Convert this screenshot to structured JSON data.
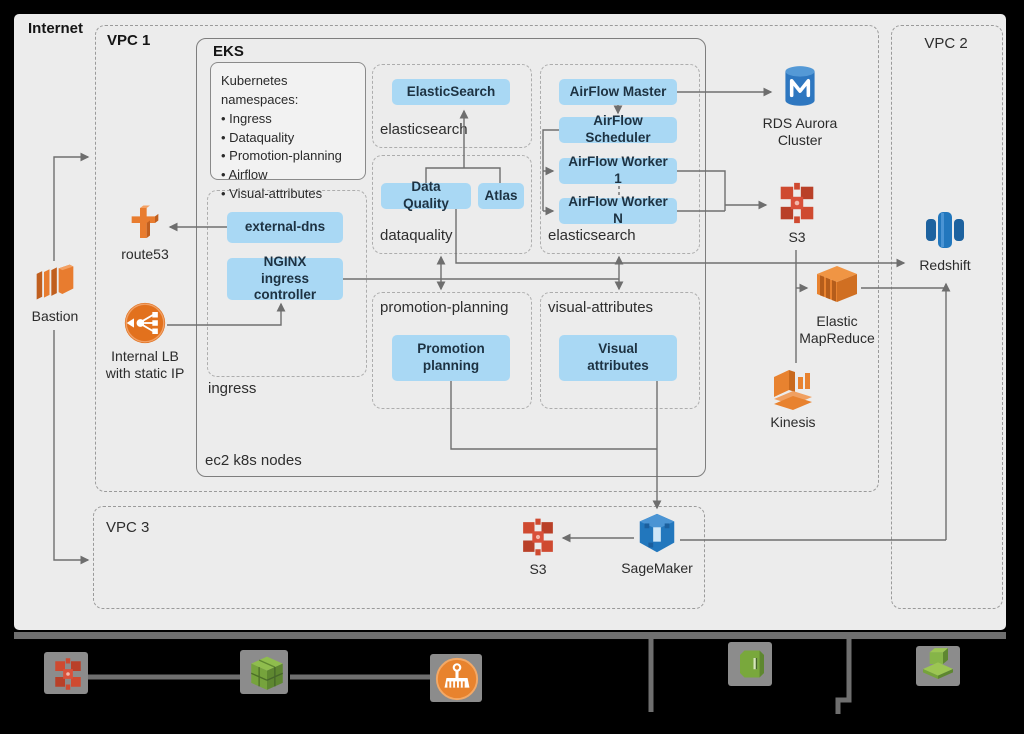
{
  "colors": {
    "panel_bg": "#ececec",
    "service_box_bg": "#a9d8f4",
    "service_box_text": "#1d3242",
    "connector_line": "#6e6e6e",
    "aws_orange": "#e8822f",
    "aws_red": "#cf4a30",
    "aws_blue": "#2277bd",
    "aws_green": "#7fae3f"
  },
  "internet": {
    "label": "Internet"
  },
  "vpc1": {
    "label": "VPC 1"
  },
  "vpc2": {
    "label": "VPC 2"
  },
  "vpc3": {
    "label": "VPC 3"
  },
  "eks": {
    "label": "EKS",
    "nodes_label": "ec2 k8s nodes",
    "namespaces_panel": {
      "title": "Kubernetes namespaces:",
      "items": [
        "• Ingress",
        "• Dataquality",
        "• Promotion-planning",
        "• Airflow",
        "• Visual-attributes"
      ]
    },
    "ns_elasticsearch": {
      "label": "elasticsearch",
      "service": "ElasticSearch"
    },
    "ns_dataquality": {
      "label": "dataquality",
      "service_a": "Data Quality",
      "service_b": "Atlas"
    },
    "ns_airflow": {
      "label": "elasticsearch",
      "services": [
        "AirFlow Master",
        "AirFlow Scheduler",
        "AirFlow Worker 1",
        "AirFlow Worker N"
      ]
    },
    "ns_promotion": {
      "label": "promotion-planning",
      "service": "Promotion planning"
    },
    "ns_visual": {
      "label": "visual-attributes",
      "service": "Visual attributes"
    },
    "ns_ingress": {
      "label": "ingress",
      "service_a": "external-dns",
      "service_b": "NGINX ingress controller"
    }
  },
  "nodes": {
    "bastion": {
      "label": "Bastion"
    },
    "route53": {
      "label": "route53"
    },
    "internal_lb": {
      "label": "Internal LB with static IP"
    },
    "rds_aurora": {
      "label": "RDS Aurora Cluster"
    },
    "s3_main": {
      "label": "S3"
    },
    "redshift": {
      "label": "Redshift"
    },
    "emr": {
      "label": "Elastic MapReduce"
    },
    "kinesis": {
      "label": "Kinesis"
    },
    "s3_vpc3": {
      "label": "S3"
    },
    "sagemaker": {
      "label": "SageMaker"
    }
  }
}
